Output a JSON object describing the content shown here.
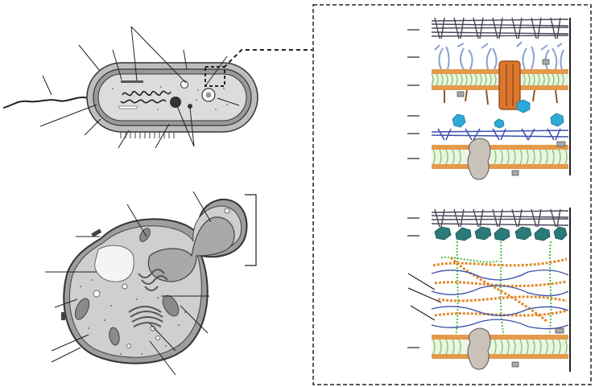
{
  "figure": {
    "description_visible_text": "",
    "colors": {
      "cell_outline": "#3a3a3a",
      "cytoplasm": "#cfcfcf",
      "nucleus": "#f2f2f2",
      "organelle": "#8d8d8d",
      "peptidoglycan": "#4a4257",
      "lps_chains": "#8aa0d0",
      "membrane_heads": "#e49a4a",
      "membrane_tails": "#7cbf5a",
      "porin": "#d9772e",
      "periplasmic_protein": "#2fa9d6",
      "protein_gray": "#c9c2b8",
      "yeast_polysaccharide": "#2b7a7a",
      "beta_glucan": "#e08a2a",
      "chitin": "#4cbf4c",
      "fibers_blue": "#3b4fa8"
    },
    "panels": {
      "bacterium": {
        "kind": "bacterial-cell-cross-section"
      },
      "yeast": {
        "kind": "budding-yeast-cell"
      },
      "inset": {
        "kind": "cell-envelope-zoom",
        "top": "gram-negative-envelope",
        "bottom": "fungal-cell-wall"
      }
    }
  }
}
